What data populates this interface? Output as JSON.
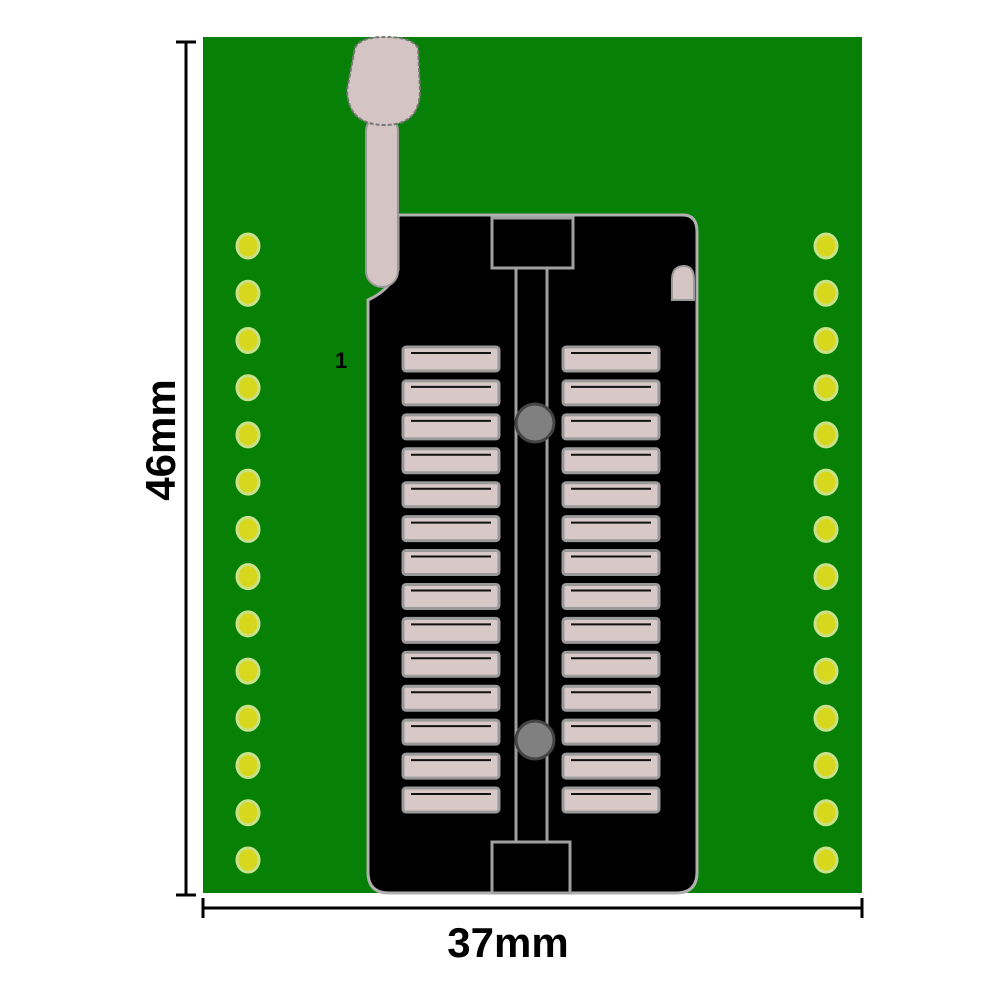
{
  "diagram": {
    "width_label": "37mm",
    "height_label": "46mm",
    "pin1_label": "1",
    "pins_per_side": 14,
    "socket_contacts_per_side": 14,
    "colors": {
      "board": "#078007",
      "socket": "#000000",
      "pad_fill": "#d8c8c8",
      "pad_outline": "#9a9a9a",
      "header_hole": "#d7d71e",
      "header_ring": "#c9e28a",
      "lever": "#d4c4c4",
      "post": "#808080"
    }
  }
}
